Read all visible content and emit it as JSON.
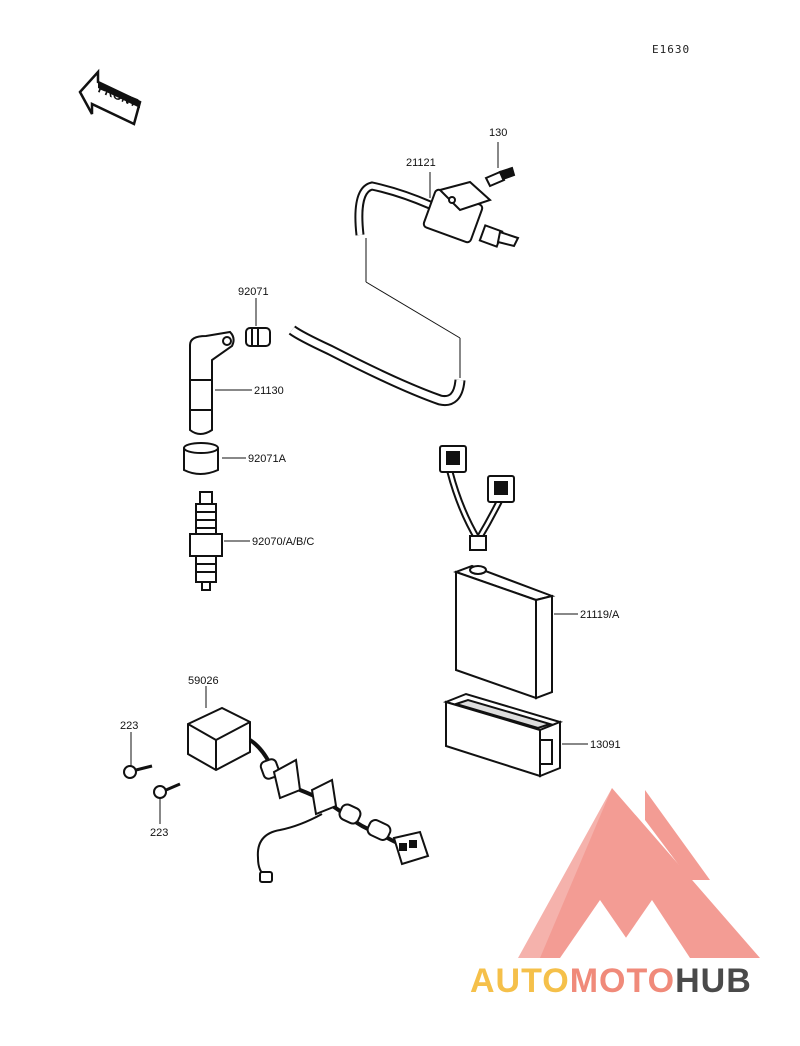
{
  "diagram": {
    "code": "E1630",
    "front_label": "FRONT",
    "parts": {
      "p130": "130",
      "p21121": "21121",
      "p92071": "92071",
      "p21130": "21130",
      "p92071a": "92071A",
      "p92070": "92070/A/B/C",
      "p21119": "21119/A",
      "p59026": "59026",
      "p223a": "223",
      "p223b": "223",
      "p13091": "13091"
    }
  },
  "watermark": {
    "part1": "AUTO",
    "part2": "MOTO",
    "part3": "HUB",
    "colors": {
      "auto": "#f5c04a",
      "moto": "#f08a7a",
      "hub": "#4a4a4a",
      "logo": "#f28b82"
    }
  }
}
